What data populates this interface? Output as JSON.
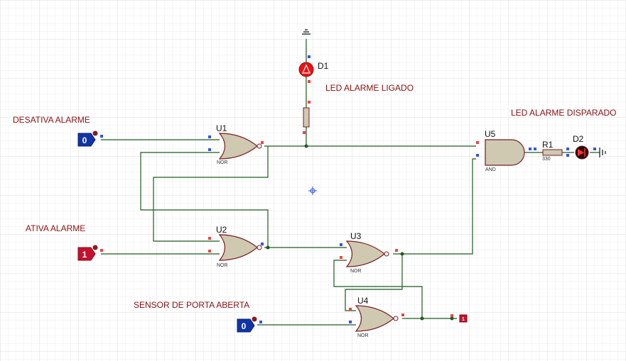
{
  "labels": {
    "desativa": "DESATIVA ALARME",
    "ativa": "ATIVA ALARME",
    "sensor": "SENSOR DE PORTA ABERTA",
    "led_ligado": "LED ALARME LIGADO",
    "led_disparado": "LED ALARME DISPARADO"
  },
  "inputs": {
    "desativa": "0",
    "ativa": "1",
    "sensor": "0"
  },
  "output_probe": "1",
  "components": {
    "U1": {
      "ref": "U1",
      "type": "NOR"
    },
    "U2": {
      "ref": "U2",
      "type": "NOR"
    },
    "U3": {
      "ref": "U3",
      "type": "NOR"
    },
    "U4": {
      "ref": "U4",
      "type": "NOR"
    },
    "U5": {
      "ref": "U5",
      "type": "AND"
    },
    "R1": {
      "ref": "R1",
      "value": "330"
    },
    "D1": {
      "ref": "D1"
    },
    "D2": {
      "ref": "D2"
    }
  },
  "colors": {
    "wire": "#1f5a1f",
    "gate_fill": "#cfc9b2",
    "gate_stroke": "#7a1f1f",
    "input_low": "#1034a6",
    "input_high": "#c8102e",
    "led_on": "#ee1111",
    "label_text": "#8b1010"
  }
}
